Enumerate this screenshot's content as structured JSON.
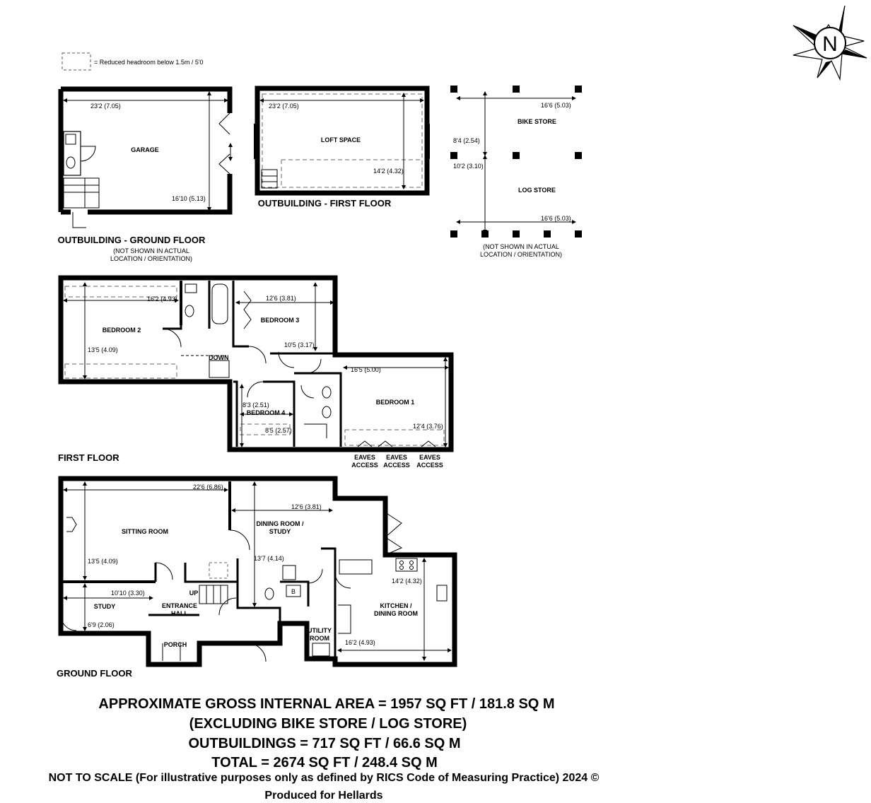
{
  "legend": {
    "text": "= Reduced headroom below 1.5m / 5'0"
  },
  "compass": {
    "label": "N"
  },
  "outbuilding_ground": {
    "title": "OUTBUILDING - GROUND FLOOR",
    "note_line1": "(NOT SHOWN IN ACTUAL",
    "note_line2": "LOCATION / ORIENTATION)",
    "room": "GARAGE",
    "dim_width": "23'2 (7.05)",
    "dim_depth": "16'10 (5.13)"
  },
  "outbuilding_first": {
    "title": "OUTBUILDING - FIRST FLOOR",
    "room": "LOFT SPACE",
    "dim_width": "23'2 (7.05)",
    "dim_depth": "14'2 (4.32)"
  },
  "stores": {
    "bike": "BIKE STORE",
    "log": "LOG STORE",
    "dim_top": "16'6 (5.03)",
    "dim_bike_depth": "8'4 (2.54)",
    "dim_log_depth": "10'2 (3.10)",
    "dim_bottom": "16'6 (5.03)",
    "note_line1": "(NOT SHOWN IN ACTUAL",
    "note_line2": "LOCATION / ORIENTATION)"
  },
  "first_floor": {
    "title": "FIRST FLOOR",
    "bedroom2": "BEDROOM 2",
    "bedroom2_w": "16'2 (4.93)",
    "bedroom2_d": "13'5 (4.09)",
    "bedroom3": "BEDROOM 3",
    "bedroom3_w": "12'6 (3.81)",
    "bedroom3_d": "10'5 (3.17)",
    "down": "DOWN",
    "bedroom4": "BEDROOM 4",
    "bedroom4_d": "8'3 (2.51)",
    "bedroom4_w": "8'5 (2.57)",
    "bedroom1": "BEDROOM 1",
    "bedroom1_w": "16'5 (5.00)",
    "bedroom1_d": "12'4 (3.76)",
    "eaves1": "EAVES",
    "access1": "ACCESS",
    "eaves2": "EAVES",
    "access2": "ACCESS",
    "eaves3": "EAVES",
    "access3": "ACCESS"
  },
  "ground_floor": {
    "title": "GROUND FLOOR",
    "sitting": "SITTING ROOM",
    "sitting_w": "22'6 (6.86)",
    "sitting_d": "13'5 (4.09)",
    "dining1": "DINING ROOM /",
    "dining2": "STUDY",
    "dining_w": "12'6 (3.81)",
    "dining_d": "13'7 (4.14)",
    "study": "STUDY",
    "study_w": "10'10 (3.30)",
    "study_d": "6'9 (2.06)",
    "up": "UP",
    "entrance1": "ENTRANCE",
    "entrance2": "HALL",
    "porch": "PORCH",
    "boiler": "B",
    "utility1": "UTILITY",
    "utility2": "ROOM",
    "kitchen1": "KITCHEN /",
    "kitchen2": "DINING ROOM",
    "kitchen_w": "14'2 (4.32)",
    "kitchen_d": "16'2 (4.93)"
  },
  "footer": {
    "line1": "APPROXIMATE GROSS INTERNAL AREA = 1957 SQ FT / 181.8 SQ M",
    "line2": "(EXCLUDING BIKE STORE / LOG STORE)",
    "line3": "OUTBUILDINGS = 717 SQ FT / 66.6 SQ M",
    "line4": "TOTAL = 2674 SQ FT / 248.4 SQ M",
    "line5": "NOT TO SCALE (For illustrative purposes only as defined by RICS Code of Measuring Practice) 2024 ©",
    "line6": "Produced for Hellards"
  }
}
